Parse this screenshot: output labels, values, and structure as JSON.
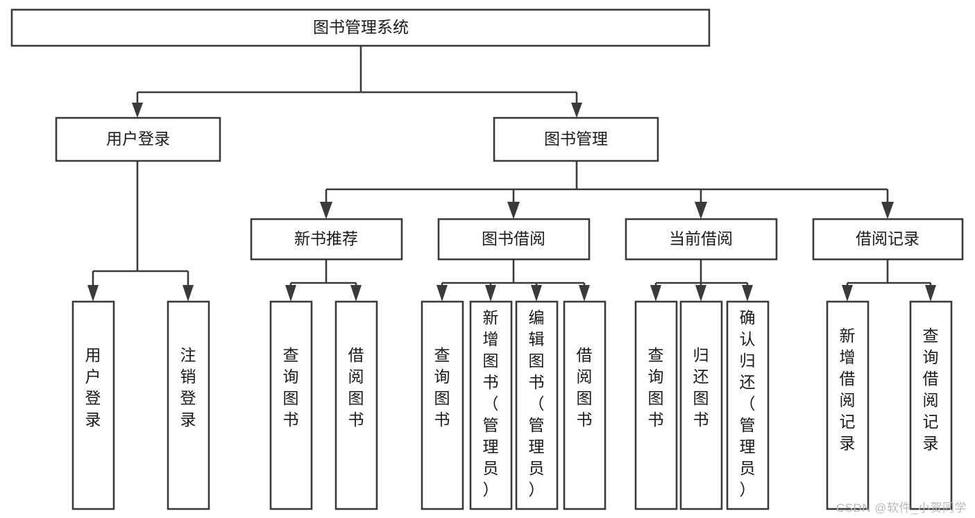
{
  "diagram": {
    "type": "tree-hierarchy",
    "title": "图书管理系统",
    "orientation": "top-down",
    "colors": {
      "box_fill": "#ffffff",
      "box_stroke": "#3a3a3a",
      "text": "#1a1a1a",
      "background": "#ffffff",
      "watermark": "#b9b9b9"
    },
    "root": {
      "id": "root",
      "label": "图书管理系统",
      "level": 1,
      "text_orientation": "horizontal"
    },
    "level2": [
      {
        "id": "user-login",
        "label": "用户登录",
        "level": 2,
        "text_orientation": "horizontal"
      },
      {
        "id": "book-manage",
        "label": "图书管理",
        "level": 2,
        "text_orientation": "horizontal"
      }
    ],
    "level3": [
      {
        "id": "new-book-recommend",
        "label": "新书推荐",
        "level": 3,
        "text_orientation": "horizontal",
        "parent": "book-manage"
      },
      {
        "id": "book-borrow",
        "label": "图书借阅",
        "level": 3,
        "text_orientation": "horizontal",
        "parent": "book-manage"
      },
      {
        "id": "current-borrow",
        "label": "当前借阅",
        "level": 3,
        "text_orientation": "horizontal",
        "parent": "book-manage"
      },
      {
        "id": "borrow-record",
        "label": "借阅记录",
        "level": 3,
        "text_orientation": "horizontal",
        "parent": "book-manage"
      }
    ],
    "leaves": [
      {
        "id": "leaf-user-login",
        "label": "用户登录",
        "parent": "user-login",
        "text_orientation": "vertical"
      },
      {
        "id": "leaf-logout-login",
        "label": "注销登录",
        "parent": "user-login",
        "text_orientation": "vertical"
      },
      {
        "id": "leaf-query-book-1",
        "label": "查询图书",
        "parent": "new-book-recommend",
        "text_orientation": "vertical"
      },
      {
        "id": "leaf-borrow-book-1",
        "label": "借阅图书",
        "parent": "new-book-recommend",
        "text_orientation": "vertical"
      },
      {
        "id": "leaf-query-book-2",
        "label": "查询图书",
        "parent": "book-borrow",
        "text_orientation": "vertical"
      },
      {
        "id": "leaf-add-book-admin",
        "label": "新增图书（管理员）",
        "parent": "book-borrow",
        "text_orientation": "vertical"
      },
      {
        "id": "leaf-edit-book-admin",
        "label": "编辑图书（管理员）",
        "parent": "book-borrow",
        "text_orientation": "vertical"
      },
      {
        "id": "leaf-borrow-book-2",
        "label": "借阅图书",
        "parent": "book-borrow",
        "text_orientation": "vertical"
      },
      {
        "id": "leaf-query-book-3",
        "label": "查询图书",
        "parent": "current-borrow",
        "text_orientation": "vertical"
      },
      {
        "id": "leaf-return-book",
        "label": "归还图书",
        "parent": "current-borrow",
        "text_orientation": "vertical"
      },
      {
        "id": "leaf-confirm-return-admin",
        "label": "确认归还（管理员）",
        "parent": "current-borrow",
        "text_orientation": "vertical"
      },
      {
        "id": "leaf-add-borrow-record",
        "label": "新增借阅记录",
        "parent": "borrow-record",
        "text_orientation": "vertical"
      },
      {
        "id": "leaf-query-borrow-record",
        "label": "查询借阅记录",
        "parent": "borrow-record",
        "text_orientation": "vertical"
      }
    ]
  },
  "watermark": {
    "text": "CSDN @软件_小贺同学"
  }
}
